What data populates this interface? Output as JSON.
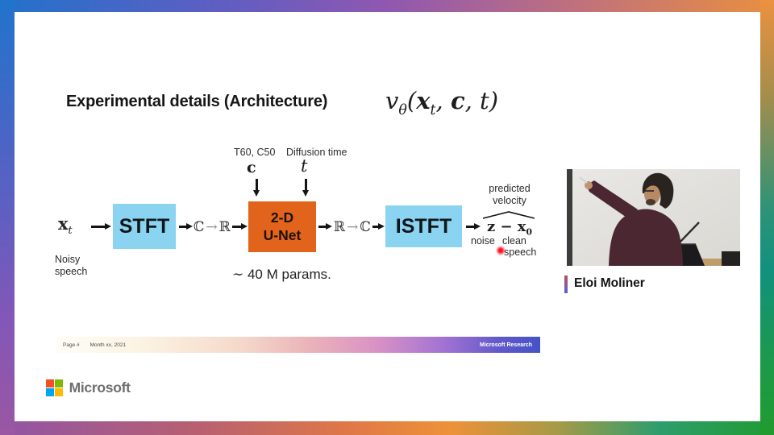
{
  "slide": {
    "title": "Experimental details (Architecture)",
    "formula": {
      "v": "v",
      "theta": "θ",
      "open": "(",
      "arg1": "x",
      "arg1sub": "t",
      "sep1": ", ",
      "arg2": "c",
      "sep2": ", ",
      "arg3": "t",
      "close": ")"
    },
    "diagram": {
      "xt_base": "x",
      "xt_sub": "t",
      "noisy_line1": "Noisy",
      "noisy_line2": "speech",
      "cond_label1": "T60, C50",
      "cond_label2": "Diffusion time",
      "cond_c": "c",
      "cond_t": "t",
      "stft": "STFT",
      "c2r_l": "ℂ",
      "c2r_a": "→",
      "c2r_r": "ℝ",
      "unet_line1": "2-D",
      "unet_line2": "U-Net",
      "r2c_l": "ℝ",
      "r2c_a": "→",
      "r2c_r": "ℂ",
      "istft": "ISTFT",
      "params_tilde": "∼",
      "params_text": " 40 M params.",
      "out_pred1": "predicted",
      "out_pred2": "velocity",
      "out_z": "z",
      "out_minus": " − ",
      "out_x": "x",
      "out_sub": "0",
      "out_noise": "noise",
      "out_clean": "clean",
      "out_speech": "speech"
    },
    "footer": {
      "page": "Page #",
      "date": "Month xx, 2021",
      "brand": "Microsoft Research"
    },
    "ms_logo_text": "Microsoft"
  },
  "speaker": {
    "name": "Eloi Moliner"
  },
  "colors": {
    "stft_box": "#8ad3f1",
    "unet_box": "#e2641c",
    "frame_top_left": "#2272cb",
    "frame_top_right": "#e98f41",
    "frame_bottom_left": "#9155a5",
    "frame_bottom_right": "#1f9c31",
    "ms_red": "#f25022",
    "ms_green": "#7fba00",
    "ms_blue": "#00a4ef",
    "ms_yellow": "#ffb900",
    "laser_dot": "#ff1616",
    "footer_bar_right": "#4553c6"
  }
}
